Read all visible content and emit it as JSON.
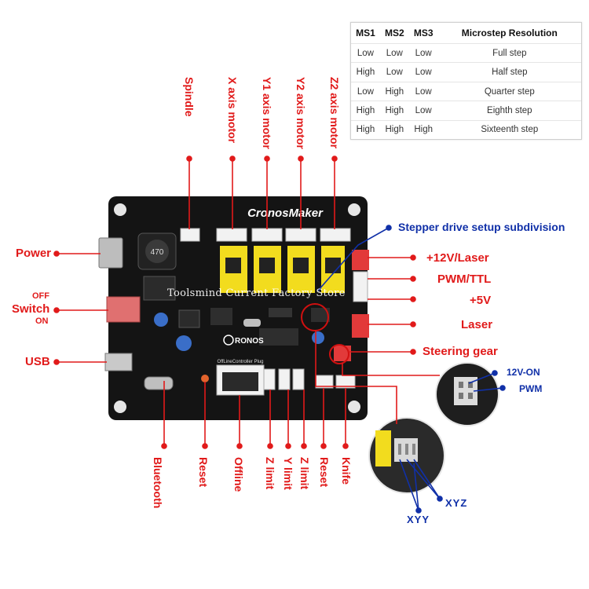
{
  "table": {
    "headers": [
      "MS1",
      "MS2",
      "MS3",
      "Microstep Resolution"
    ],
    "rows": [
      [
        "Low",
        "Low",
        "Low",
        "Full step"
      ],
      [
        "High",
        "Low",
        "Low",
        "Half step"
      ],
      [
        "Low",
        "High",
        "Low",
        "Quarter step"
      ],
      [
        "High",
        "High",
        "Low",
        "Eighth step"
      ],
      [
        "High",
        "High",
        "High",
        "Sixteenth step"
      ]
    ]
  },
  "top_labels": {
    "spindle": "Spindle",
    "x_motor": "X axis motor",
    "y1_motor": "Y1 axis motor",
    "y2_motor": "Y2 axis motor",
    "z2_motor": "Z2 axis motor"
  },
  "left_labels": {
    "power": "Power",
    "off": "OFF",
    "switch": "Switch",
    "on": "ON",
    "usb": "USB"
  },
  "right_labels": {
    "stepper": "Stepper drive setup subdivision",
    "laser12v": "+12V/Laser",
    "pwm_ttl": "PWM/TTL",
    "plus5v": "+5V",
    "laser": "Laser",
    "steering": "Steering gear",
    "v12_on": "12V-ON",
    "pwm": "PWM",
    "xyz": "XYZ",
    "xyy": "XYY"
  },
  "bottom_labels": {
    "bluetooth": "Bluetooth",
    "reset1": "Reset",
    "offline": "Offline",
    "zlimit1": "Z limit",
    "ylimit": "Y limit",
    "zlimit2": "Z limit",
    "reset2": "Reset",
    "knife": "Knife"
  },
  "board": {
    "brand_title": "CronosMaker",
    "logo_text": "RONOS",
    "offline_plug": "OffLineController Plug",
    "inductor": "470"
  },
  "watermark": "Toolsmind Current Factory Store",
  "colors": {
    "label_red": "#e11a1a",
    "label_blue": "#1030a8",
    "board": "#141414",
    "driver_yellow": "#f2dc1e",
    "connector_red": "#e23a3a"
  }
}
